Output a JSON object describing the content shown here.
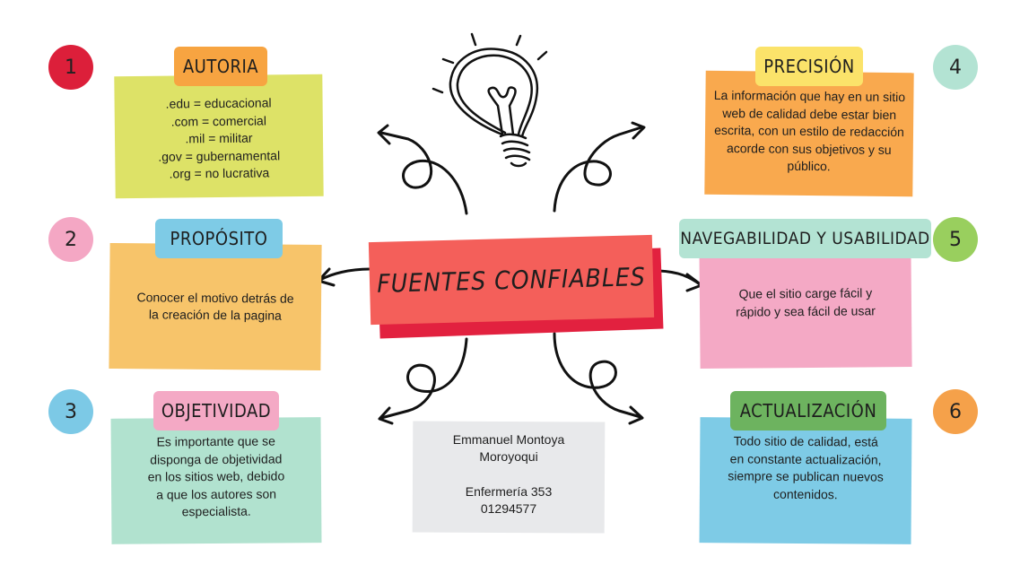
{
  "center": {
    "title": "FUENTES CONFIABLES"
  },
  "author": {
    "name_line1": "Emmanuel Montoya",
    "name_line2": "Moroyoqui",
    "group_line1": "Enfermería 353",
    "group_line2": "01294577"
  },
  "cards": [
    {
      "number": "1",
      "title": "AUTORIA",
      "text": ".edu = educacional\n.com = comercial\n.mil = militar\n.gov = gubernamental\n.org = no lucrativa"
    },
    {
      "number": "2",
      "title": "PROPÓSITO",
      "text": "Conocer el motivo detrás de\nla creación de la pagina"
    },
    {
      "number": "3",
      "title": "OBJETIVIDAD",
      "text": "Es importante que se\ndisponga de objetividad\nen los sitios web, debido\na que los autores son\nespecialista."
    },
    {
      "number": "4",
      "title": "PRECISIÓN",
      "text": "La información que hay en un sitio\nweb de calidad debe estar bien\nescrita, con un estilo de redacción\nacorde con sus objetivos y su\npúblico."
    },
    {
      "number": "5",
      "title": "NAVEGABILIDAD Y USABILIDAD",
      "text": "Que el sitio carge fácil y\nrápido y sea fácil de usar"
    },
    {
      "number": "6",
      "title": "ACTUALIZACIÓN",
      "text": "Todo sitio de calidad, está\nen constante actualización,\nsiempre se publican nuevos\ncontenidos."
    }
  ],
  "colors": {
    "circle_1": "#dc1f3a",
    "circle_2": "#f4a7c4",
    "circle_3": "#7cc9e6",
    "circle_4": "#b3e3d3",
    "circle_5": "#99cf5e",
    "circle_6": "#f5a14a",
    "box_1": "#dde267",
    "box_2": "#f7c46a",
    "box_3": "#b1e2cf",
    "box_4": "#f9a94e",
    "box_5": "#f4a9c5",
    "box_6": "#7ecbe6",
    "label_1": "#f7a441",
    "label_2": "#7ecbe6",
    "label_3": "#f4a9c5",
    "label_4": "#fbe36a",
    "label_5": "#b3e3d3",
    "label_6": "#6db35f",
    "center_main": "#f45f5a",
    "center_shadow": "#e2213f",
    "author_box": "#e8e9eb"
  },
  "icons": [
    "lightbulb-icon",
    "curly-arrow-icon"
  ]
}
